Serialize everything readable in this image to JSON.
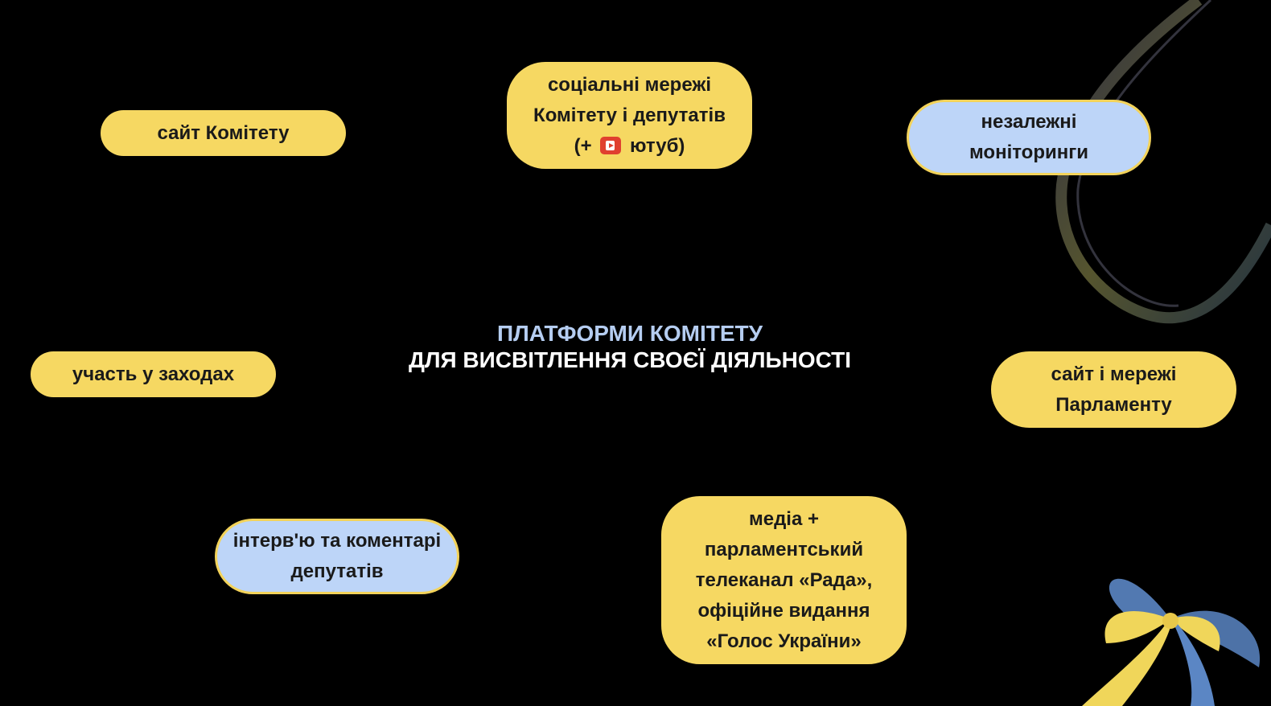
{
  "title": {
    "line1": "ПЛАТФОРМИ КОМІТЕТУ",
    "line2": "ДЛЯ ВИСВІТЛЕННЯ СВОЄЇ ДІЯЛЬНОСТІ"
  },
  "nodes": {
    "committee_site": [
      "сайт Комітету"
    ],
    "social": [
      "соціальні мережі",
      "Комітету і депутатів",
      "(+",
      "ютуб)"
    ],
    "monitoring": [
      "незалежні",
      "моніторинги"
    ],
    "events": [
      "участь у заходах"
    ],
    "parliament": [
      "сайт і мережі",
      "Парламенту"
    ],
    "interviews": [
      "інтерв'ю та коментарі",
      "депутатів"
    ],
    "media": [
      "медіа +",
      "парламентський",
      "телеканал «Рада»,",
      "офіційне видання",
      "«Голос України»"
    ]
  },
  "colors": {
    "yellow": "#f6d862",
    "blue": "#bdd5f8",
    "background": "#000000",
    "youtube": "#e0402f"
  }
}
